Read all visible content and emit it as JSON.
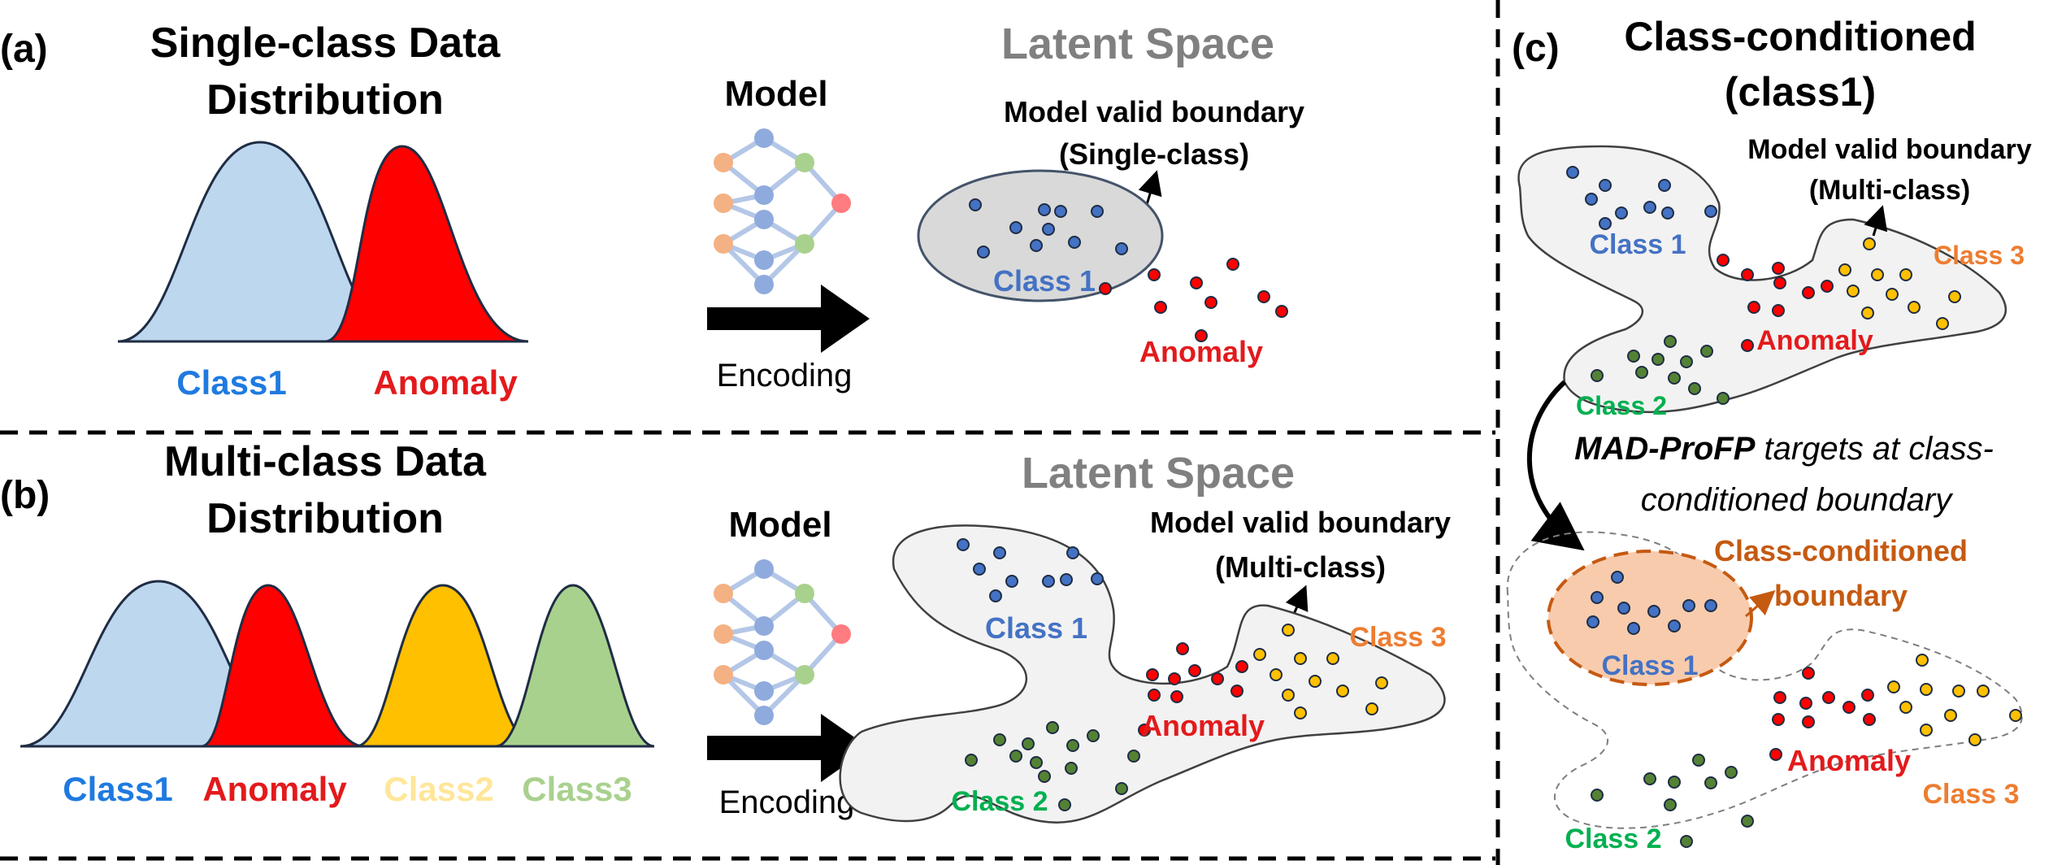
{
  "panel_a": {
    "label": "(a)",
    "title_line1": "Single-class Data",
    "title_line2": "Distribution",
    "model_label": "Model",
    "encoding_label": "Encoding",
    "latent_title": "Latent Space",
    "boundary_line1": "Model valid boundary",
    "boundary_line2": "(Single-class)",
    "class1_label": "Class 1",
    "anomaly_label": "Anomaly",
    "legend": [
      {
        "text": "Class1",
        "color": "#1f7ae0"
      },
      {
        "text": "Anomaly",
        "color": "#e31a1c"
      }
    ]
  },
  "panel_b": {
    "label": "(b)",
    "title_line1": "Multi-class Data",
    "title_line2": "Distribution",
    "model_label": "Model",
    "encoding_label": "Encoding",
    "latent_title": "Latent Space",
    "boundary_line1": "Model valid boundary",
    "boundary_line2": "(Multi-class)",
    "class1_label": "Class 1",
    "class2_label": "Class 2",
    "class3_label": "Class 3",
    "anomaly_label": "Anomaly",
    "legend": [
      {
        "text": "Class1",
        "color": "#1f7ae0"
      },
      {
        "text": "Anomaly",
        "color": "#e31a1c"
      },
      {
        "text": "Class2",
        "color": "#ffe699"
      },
      {
        "text": "Class3",
        "color": "#a9d18e"
      }
    ]
  },
  "panel_c": {
    "label": "(c)",
    "title_line1": "Class-conditioned",
    "title_line2": "(class1)",
    "boundary_line1": "Model valid boundary",
    "boundary_line2": "(Multi-class)",
    "class1_label": "Class 1",
    "class2_label": "Class 2",
    "class3_label": "Class 3",
    "anomaly_label": "Anomaly",
    "note_bold": "MAD-ProFP",
    "note_rest": " targets at class-",
    "note_line2": "conditioned boundary",
    "cc_boundary_line1": "Class-conditioned",
    "cc_boundary_line2": "boundary"
  },
  "colors": {
    "class1_fill": "#bdd7ee",
    "anomaly_fill": "#ff0000",
    "class2_fill": "#ffc000",
    "class3_fill": "#a9d18e",
    "class1_text": "#4472c4",
    "class2_text": "#00b050",
    "class3_text": "#ed7d31",
    "anomaly_text": "#e31a1c",
    "latent_title": "#808080",
    "cc_boundary": "#c55a11",
    "cc_fill": "#f4b183"
  },
  "icons": [
    "neural-network-icon",
    "right-arrow-icon"
  ]
}
